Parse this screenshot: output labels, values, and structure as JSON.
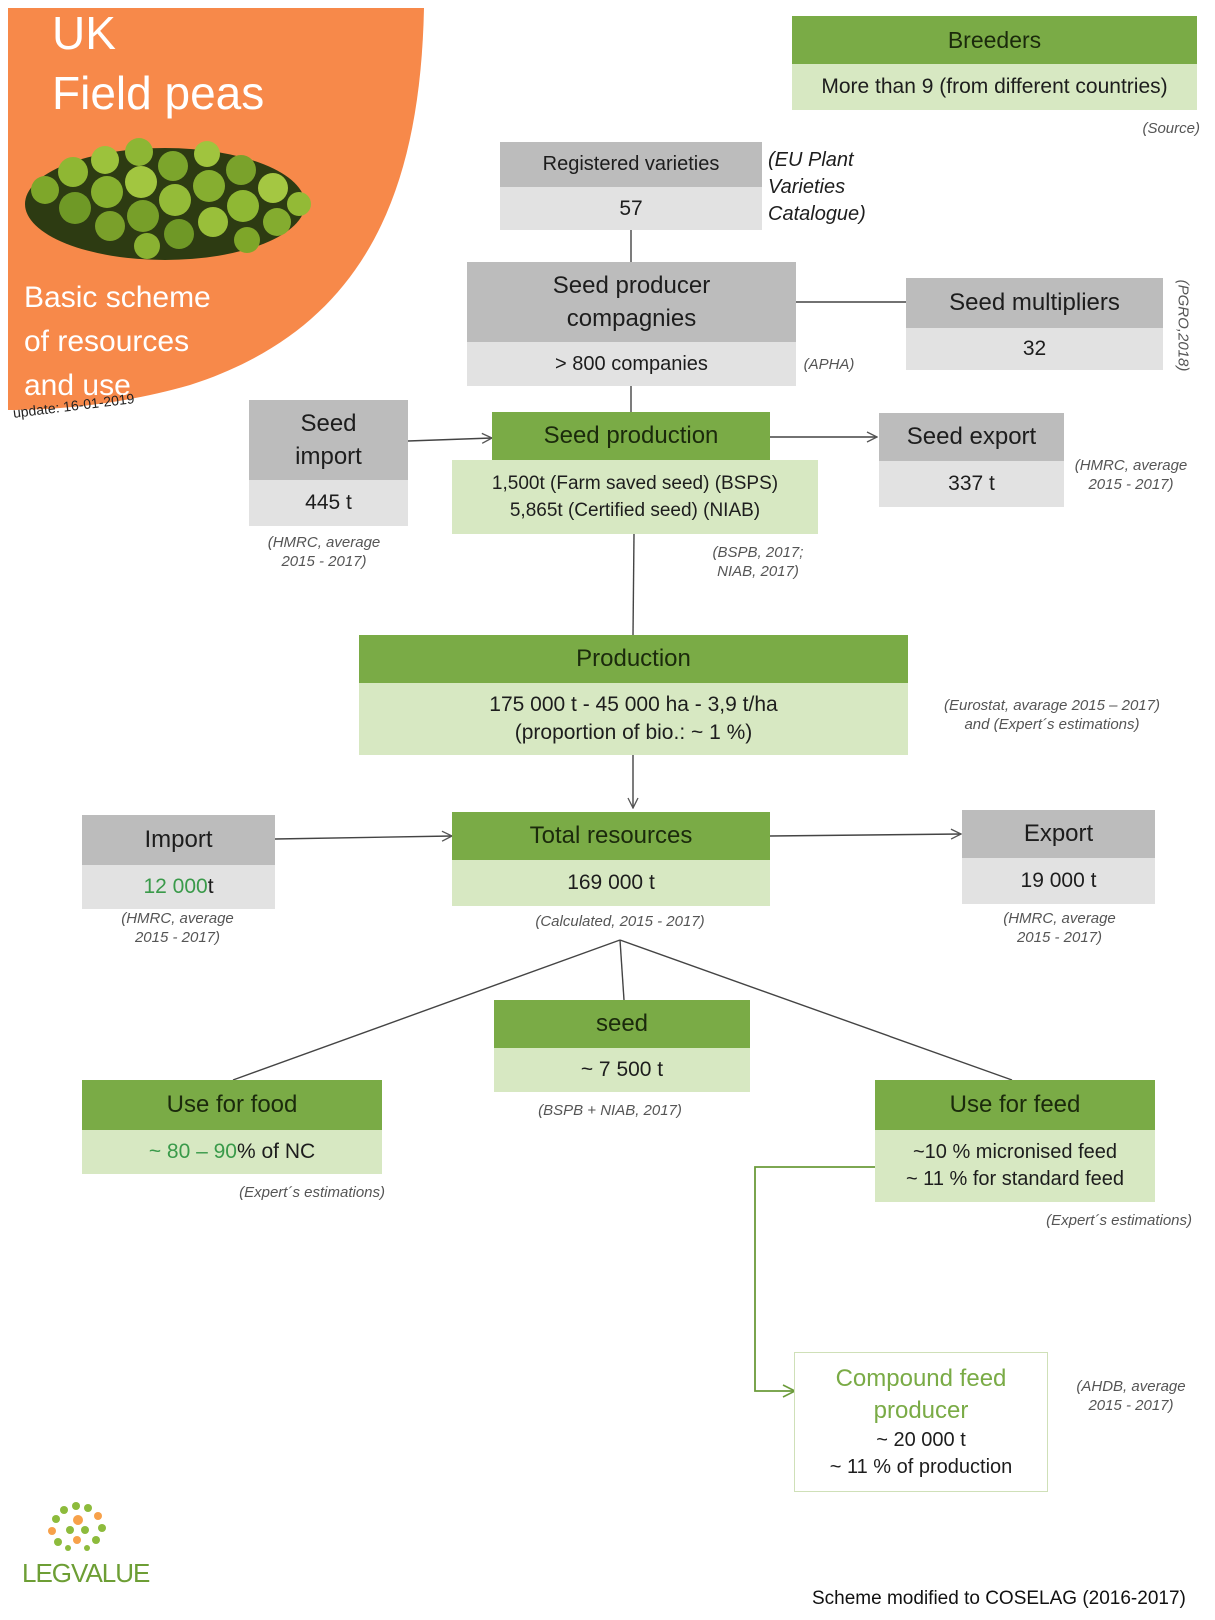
{
  "header": {
    "country": "UK",
    "crop": "Field peas",
    "subtitle": "Basic scheme\nof resources\nand use",
    "update": "update: 16-01-2019"
  },
  "breeders": {
    "title": "Breeders",
    "value": "More than 9 (from different countries)",
    "source": "(Source)"
  },
  "registered_varieties": {
    "title": "Registered varieties",
    "value": "57",
    "source": "(EU Plant\nVarieties\nCatalogue)"
  },
  "seed_producer": {
    "title": "Seed producer\ncompagnies",
    "value": "> 800 companies",
    "source": "(APHA)"
  },
  "seed_multipliers": {
    "title": "Seed multipliers",
    "value": "32",
    "source": "(PGRO,2018)"
  },
  "seed_import": {
    "title": "Seed\nimport",
    "value": "445 t",
    "source": "(HMRC, average\n2015 - 2017)"
  },
  "seed_production": {
    "title": "Seed production",
    "value": "1,500t (Farm saved seed) (BSPS)\n5,865t (Certified seed) (NIAB)",
    "source": "(BSPB, 2017;\nNIAB, 2017)"
  },
  "seed_export": {
    "title": "Seed export",
    "value": "337 t",
    "source": "(HMRC, average\n2015 - 2017)"
  },
  "production": {
    "title": "Production",
    "value": "175 000 t   -   45 000 ha  -  3,9 t/ha\n(proportion of bio.: ~ 1 %)",
    "source": "(Eurostat, avarage 2015 – 2017)\nand (Expert´s estimations)"
  },
  "import": {
    "title": "Import",
    "value_num": "12 000",
    "value_unit": " t",
    "source": "(HMRC, average\n2015 - 2017)"
  },
  "total_resources": {
    "title": "Total resources",
    "value": "169 000 t",
    "source": "(Calculated, 2015 - 2017)"
  },
  "export": {
    "title": "Export",
    "value": "19 000 t",
    "source": "(HMRC, average\n2015 - 2017)"
  },
  "seed": {
    "title": "seed",
    "value": "~ 7 500 t",
    "source": "(BSPB + NIAB, 2017)"
  },
  "use_food": {
    "title": "Use for food",
    "value_num": "~ 80 – 90",
    "value_unit": " % of NC",
    "source": "(Expert´s estimations)"
  },
  "use_feed": {
    "title": "Use for feed",
    "value": "~10 % micronised feed\n~ 11 % for standard feed",
    "source": "(Expert´s estimations)"
  },
  "compound_feed": {
    "title": "Compound feed\nproducer",
    "value": "~ 20 000 t\n~ 11 % of production",
    "source": "(AHDB, average\n2015 - 2017)"
  },
  "footer": {
    "logo_text": "LEGVALUE",
    "note": "Scheme modified to COSELAG (2016-2017)"
  },
  "colors": {
    "accent_orange": "#f7894a",
    "green_header": "#7aab46",
    "green_value": "#d7e8c2",
    "grey_header": "#bcbcbc",
    "grey_value": "#e2e2e2",
    "highlight_green": "#3a9a4a"
  }
}
